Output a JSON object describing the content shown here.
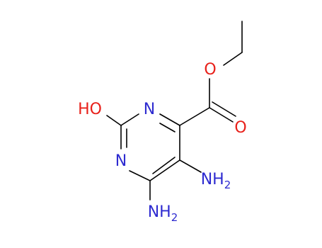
{
  "colors": {
    "bond": "#000000",
    "nitrogen": "#2e2bd0",
    "oxygen": "#e8201a"
  },
  "atoms": {
    "hydroxyl_ho": "HO",
    "ring_n1": "N",
    "ring_n3": "N",
    "carbonyl_o": "O",
    "ester_o": "O",
    "amine_5": {
      "main": "NH",
      "subscript": "2"
    },
    "amine_6": {
      "main": "NH",
      "subscript": "2"
    }
  }
}
